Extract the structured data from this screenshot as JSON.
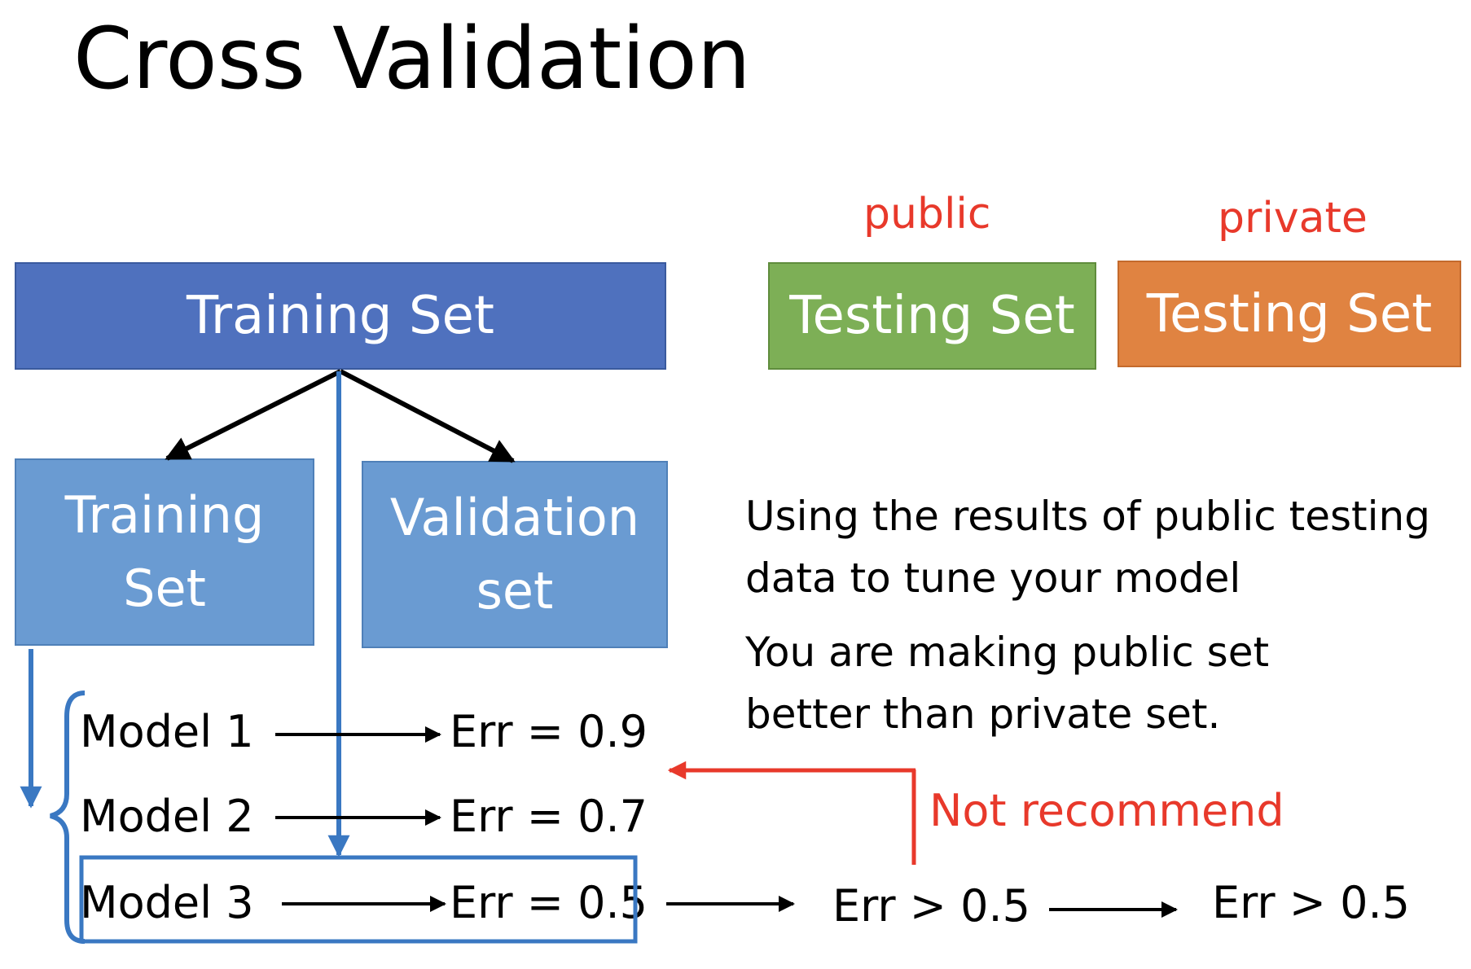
{
  "title": "Cross Validation",
  "top_row": {
    "training_set": "Training Set",
    "public_label": "public",
    "public_testing_set": "Testing Set",
    "private_label": "private",
    "private_testing_set": "Testing Set"
  },
  "split": {
    "training_line1": "Training",
    "training_line2": "Set",
    "validation_line1": "Validation",
    "validation_line2": "set"
  },
  "description": {
    "para1_line1": "Using the results of public testing",
    "para1_line2": "data to tune your model",
    "para2_line1": "You are making public set",
    "para2_line2": "better than private set."
  },
  "models": [
    {
      "name": "Model 1",
      "err": "Err = 0.9"
    },
    {
      "name": "Model 2",
      "err": "Err = 0.7"
    },
    {
      "name": "Model 3",
      "err": "Err = 0.5"
    }
  ],
  "public_result": "Err > 0.5",
  "private_result": "Err > 0.5",
  "not_recommend": "Not recommend",
  "colors": {
    "training_blue": "#4f71be",
    "sub_blue": "#6a9bd2",
    "public_green": "#7daf56",
    "private_orange": "#e08341",
    "accent_blue": "#3a78c2",
    "warning_red": "#e8392b"
  }
}
